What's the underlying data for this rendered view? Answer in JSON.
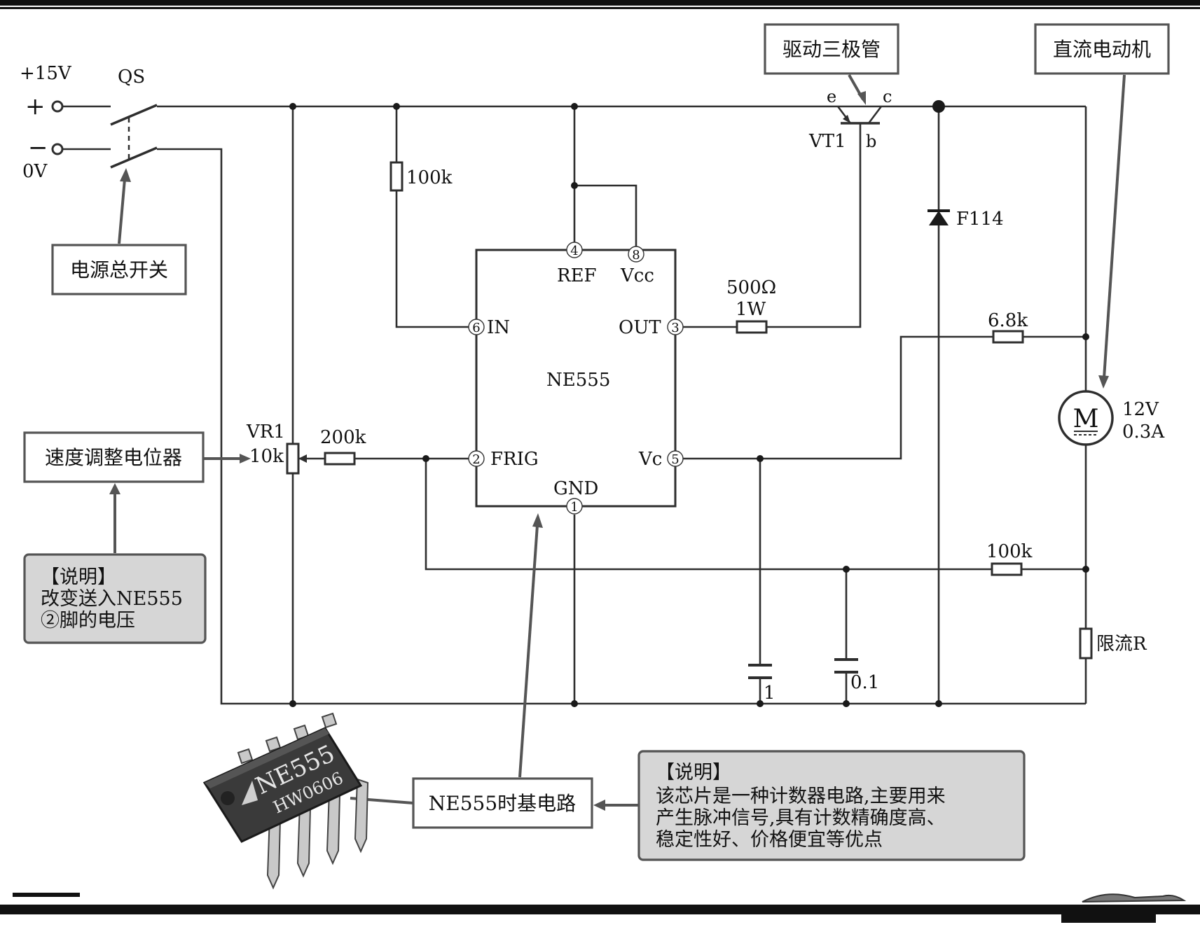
{
  "power": {
    "plus_label": "+15V",
    "minus_label": "0V",
    "plus_sign": "+",
    "minus_sign": "−",
    "switch_label": "QS"
  },
  "callouts": {
    "driver_transistor": "驱动三极管",
    "dc_motor": "直流电动机",
    "main_switch": "电源总开关",
    "speed_pot": "速度调整电位器",
    "timer_circuit": "NE555时基电路"
  },
  "notes": {
    "left": {
      "title": "【说明】",
      "lines": [
        "改变送入NE555",
        "②脚的电压"
      ]
    },
    "right": {
      "title": "【说明】",
      "lines": [
        "该芯片是一种计数器电路,主要用来",
        "产生脉冲信号,具有计数精确度高、",
        "稳定性好、价格便宜等优点"
      ]
    }
  },
  "ic": {
    "name": "NE555",
    "pins": [
      {
        "num": "4",
        "label": "REF"
      },
      {
        "num": "8",
        "label": "Vcc"
      },
      {
        "num": "6",
        "label": "IN"
      },
      {
        "num": "3",
        "label": "OUT"
      },
      {
        "num": "2",
        "label": "FRIG"
      },
      {
        "num": "5",
        "label": "Vc"
      },
      {
        "num": "1",
        "label": "GND"
      }
    ]
  },
  "components": {
    "r_100k_top": "100k",
    "r_500": "500Ω",
    "r_500_power": "1W",
    "r_200k": "200k",
    "vr1_name": "VR1",
    "vr1_value": "10k",
    "r_6_8k": "6.8k",
    "r_100k_bottom": "100k",
    "r_limit": "限流R",
    "c1": "1",
    "c2": "0.1",
    "diode": "F114",
    "transistor": "VT1",
    "t_emitter": "e",
    "t_collector": "c",
    "t_base": "b",
    "motor_symbol": "M",
    "motor_voltage": "12V",
    "motor_current": "0.3A"
  },
  "chip_photo": {
    "marking_top": "NE555",
    "marking_bottom": "HW0606"
  }
}
